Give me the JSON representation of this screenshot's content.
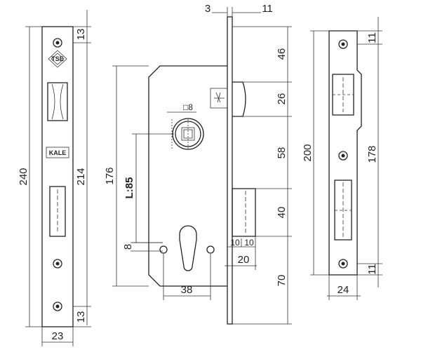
{
  "dimensions": {
    "faceplate_length": "240",
    "faceplate_inner": "214",
    "faceplate_top": "13",
    "faceplate_bottom": "13",
    "faceplate_width": "23",
    "case_height": "176",
    "backset": "L:85",
    "spindle_hole": "□8",
    "key_pin_offset": "8",
    "cylinder_spacing": "38",
    "plate_thickness": "3",
    "latch_projection_top": "11",
    "latch_distance": "46",
    "latch_height": "26",
    "bolt_gap": "58",
    "bolt_height": "40",
    "bolt_bottom": "70",
    "bolt_throw_a": "10",
    "bolt_throw_b": "10",
    "bolt_depth": "20",
    "strike_length": "200",
    "strike_inner": "178",
    "strike_top": "11",
    "strike_bottom": "11",
    "strike_width": "24"
  },
  "marks": {
    "tse": "TSE",
    "kale": "KALE"
  }
}
